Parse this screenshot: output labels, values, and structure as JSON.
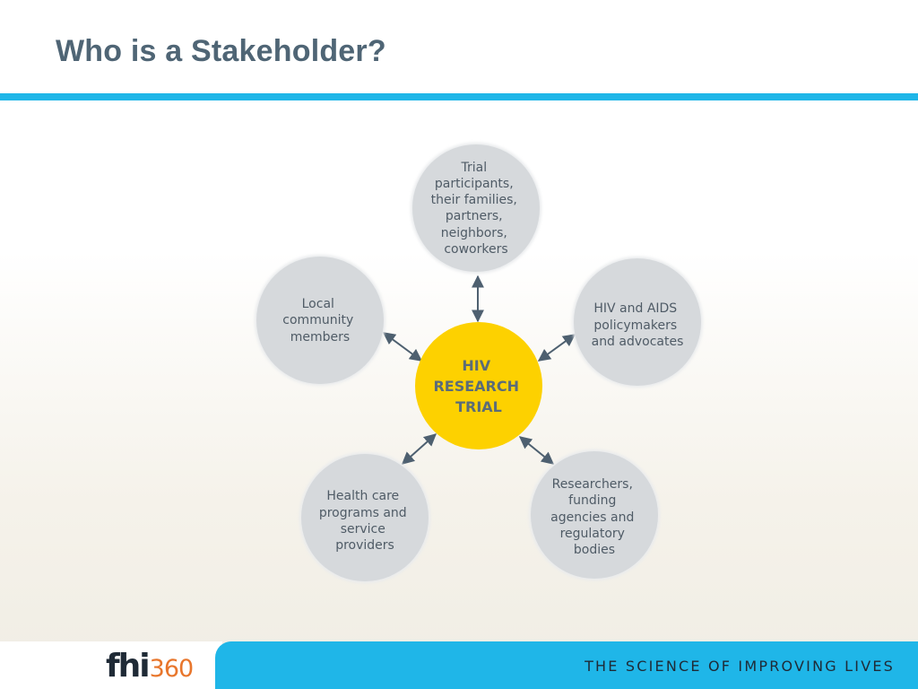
{
  "slide": {
    "title": "Who is a Stakeholder?"
  },
  "diagram": {
    "hub": {
      "lines": [
        "HIV",
        "RESEARCH",
        "TRIAL"
      ]
    },
    "nodes": {
      "top": {
        "lines": [
          "Trial",
          "participants,",
          "their families,",
          "partners,",
          "neighbors,",
          "coworkers"
        ]
      },
      "left": {
        "lines": [
          "Local",
          "community",
          "members"
        ]
      },
      "right": {
        "lines": [
          "HIV and AIDS",
          "policymakers",
          "and advocates"
        ]
      },
      "bottom_left": {
        "lines": [
          "Health care",
          "programs and",
          "service",
          "providers"
        ]
      },
      "bottom_right": {
        "lines": [
          "Researchers,",
          "funding",
          "agencies and",
          "regulatory",
          "bodies"
        ]
      }
    },
    "colors": {
      "hub_fill": "#fdd100",
      "node_fill": "#d6d9dc",
      "node_stroke": "#e9ebed",
      "arrow": "#4e6070"
    }
  },
  "footer": {
    "logo_fhi": "fhi",
    "logo_360": "360",
    "tagline": "THE SCIENCE OF IMPROVING LIVES",
    "colors": {
      "bar": "#1fb6e8",
      "logo_dark": "#1f2a36",
      "logo_orange": "#e8762c"
    }
  }
}
